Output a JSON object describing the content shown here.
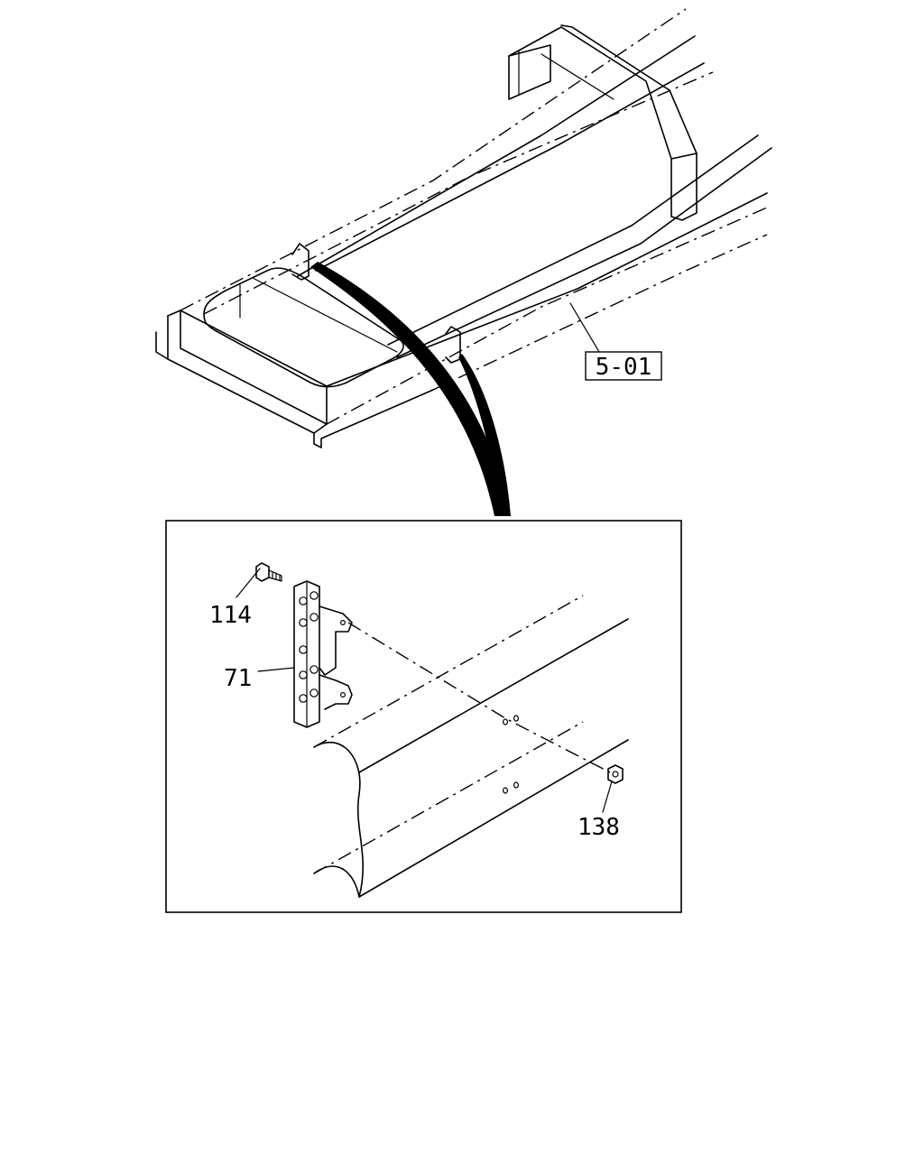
{
  "callouts": {
    "assembly_ref": "5-01",
    "bolt": "114",
    "bracket": "71",
    "nut": "138"
  },
  "colors": {
    "ink": "#000000",
    "paper": "#ffffff"
  }
}
